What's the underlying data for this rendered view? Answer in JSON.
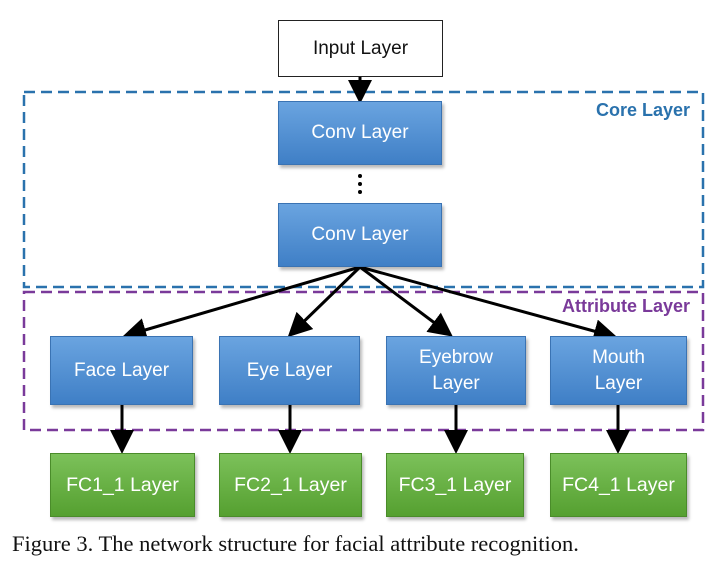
{
  "nodes": {
    "input": "Input Layer",
    "conv1": "Conv Layer",
    "conv2": "Conv Layer",
    "face": "Face Layer",
    "eye": "Eye Layer",
    "eyebrow": "Eyebrow\nLayer",
    "mouth": "Mouth\nLayer",
    "fc1": "FC1_1 Layer",
    "fc2": "FC2_1 Layer",
    "fc3": "FC3_1 Layer",
    "fc4": "FC4_1 Layer"
  },
  "regions": {
    "core": {
      "label": "Core Layer",
      "color": "#2a72ad"
    },
    "attribute": {
      "label": "Attribute Layer",
      "color": "#7a3a9a"
    }
  },
  "colors": {
    "blue": "#4a8ad0",
    "green": "#5fae3a",
    "arrow": "#000000"
  },
  "caption": "Figure 3. The network structure for facial attribute recognition."
}
